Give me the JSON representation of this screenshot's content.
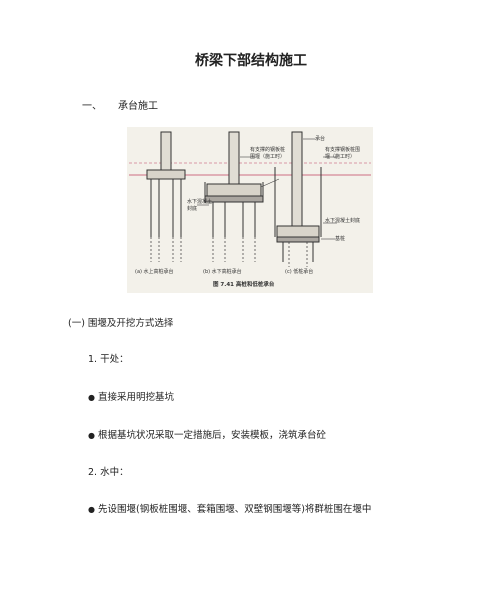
{
  "title": "桥梁下部结构施工",
  "section1": {
    "number": "一、",
    "text": "承台施工"
  },
  "figure": {
    "labels": {
      "a1": "有支撑的钢板桩",
      "a2": "围堰（施工时）",
      "b1": "有支撑钢板桩围",
      "b2": "堰（施工时）",
      "c1": "承台",
      "d1": "水下混凝土",
      "d2": "封底",
      "e1": "水下混凝土封底",
      "f1": "基桩"
    },
    "subcaptions": [
      "(a) 水上高桩承台",
      "(b) 水下高桩承台",
      "(c) 低桩承台"
    ],
    "caption": "图 7.41  高桩和低桩承台"
  },
  "subsection": "(一) 围堰及开挖方式选择",
  "items": [
    {
      "kind": "num",
      "text": "1. 干处："
    },
    {
      "kind": "bullet",
      "text": "直接采用明挖基坑"
    },
    {
      "kind": "bullet",
      "text": "根据基坑状况采取一定措施后，安装模板，浇筑承台砼"
    },
    {
      "kind": "num",
      "text": "2. 水中："
    },
    {
      "kind": "bullet",
      "text": "先设围堰(钢板桩围堰、套箱围堰、双壁钢围堰等)将群桩围在堰中"
    }
  ],
  "colors": {
    "ink": "#222222",
    "figure_bg": "#f3f1ea",
    "water_line": "#c04060"
  }
}
